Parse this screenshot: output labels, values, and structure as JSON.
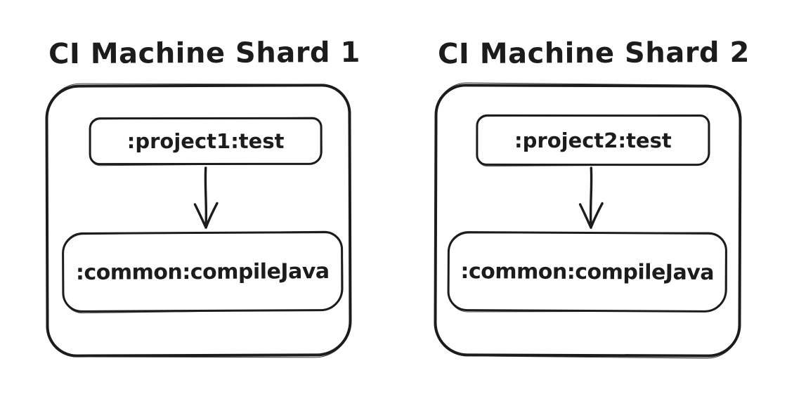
{
  "diagram": {
    "background_color": "#ffffff",
    "ink_color": "#1c1c1c",
    "style": "hand-drawn sketch",
    "shards": [
      {
        "title": "CI Machine Shard 1",
        "nodes": [
          {
            "id": "project1-test",
            "label": ":project1:test"
          },
          {
            "id": "common-compileJava",
            "label": ":common:compileJava"
          }
        ],
        "edges": [
          {
            "from": ":project1:test",
            "to": ":common:compileJava",
            "direction": "down"
          }
        ]
      },
      {
        "title": "CI Machine Shard 2",
        "nodes": [
          {
            "id": "project2-test",
            "label": ":project2:test"
          },
          {
            "id": "common-compileJava",
            "label": ":common:compileJava"
          }
        ],
        "edges": [
          {
            "from": ":project2:test",
            "to": ":common:compileJava",
            "direction": "down"
          }
        ]
      }
    ]
  }
}
